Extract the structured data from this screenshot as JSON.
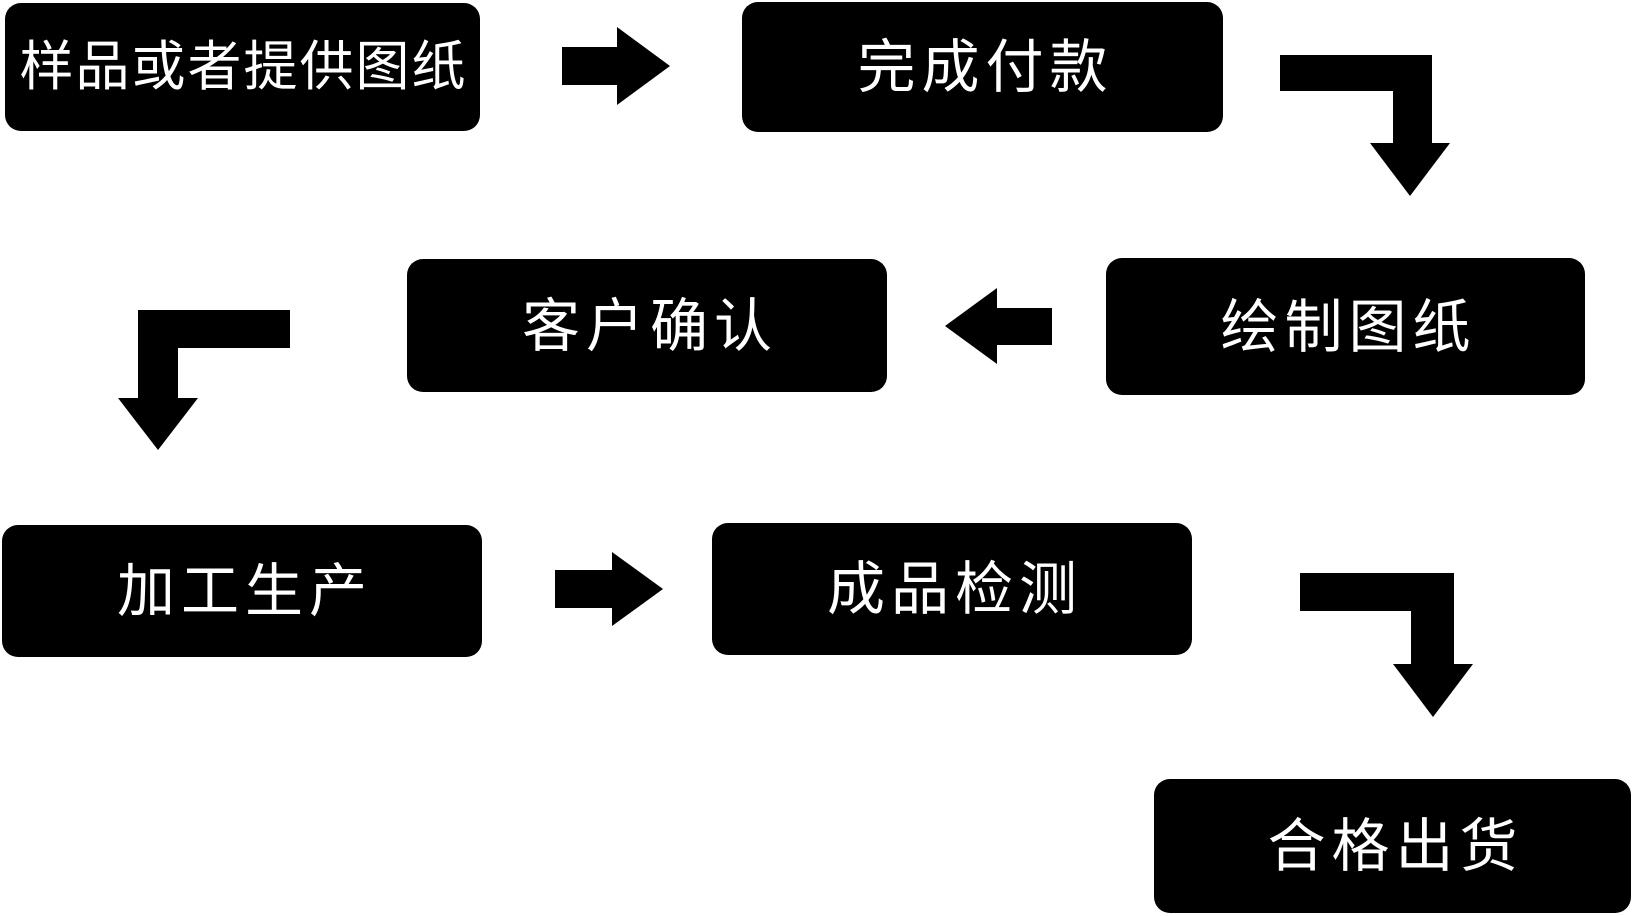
{
  "colors": {
    "background": "#ffffff",
    "node_fill": "#000000",
    "node_text": "#ffffff",
    "arrow": "#000000"
  },
  "flowchart": {
    "nodes": [
      {
        "id": "sample-or-drawing",
        "label": "样品或者提供图纸"
      },
      {
        "id": "complete-payment",
        "label": "完成付款"
      },
      {
        "id": "draw-drawings",
        "label": "绘制图纸"
      },
      {
        "id": "customer-confirm",
        "label": "客户确认"
      },
      {
        "id": "processing-production",
        "label": "加工生产"
      },
      {
        "id": "product-inspection",
        "label": "成品检测"
      },
      {
        "id": "qualified-shipment",
        "label": "合格出货"
      }
    ],
    "connections": [
      {
        "from": "样品或者提供图纸",
        "to": "完成付款",
        "icon": "arrow-right-icon"
      },
      {
        "from": "完成付款",
        "to": "绘制图纸",
        "icon": "arrow-elbow-right-down-icon"
      },
      {
        "from": "绘制图纸",
        "to": "客户确认",
        "icon": "arrow-left-icon"
      },
      {
        "from": "客户确认",
        "to": "加工生产",
        "icon": "arrow-elbow-left-down-icon"
      },
      {
        "from": "加工生产",
        "to": "成品检测",
        "icon": "arrow-right-icon"
      },
      {
        "from": "成品检测",
        "to": "合格出货",
        "icon": "arrow-elbow-right-down-icon"
      }
    ]
  }
}
